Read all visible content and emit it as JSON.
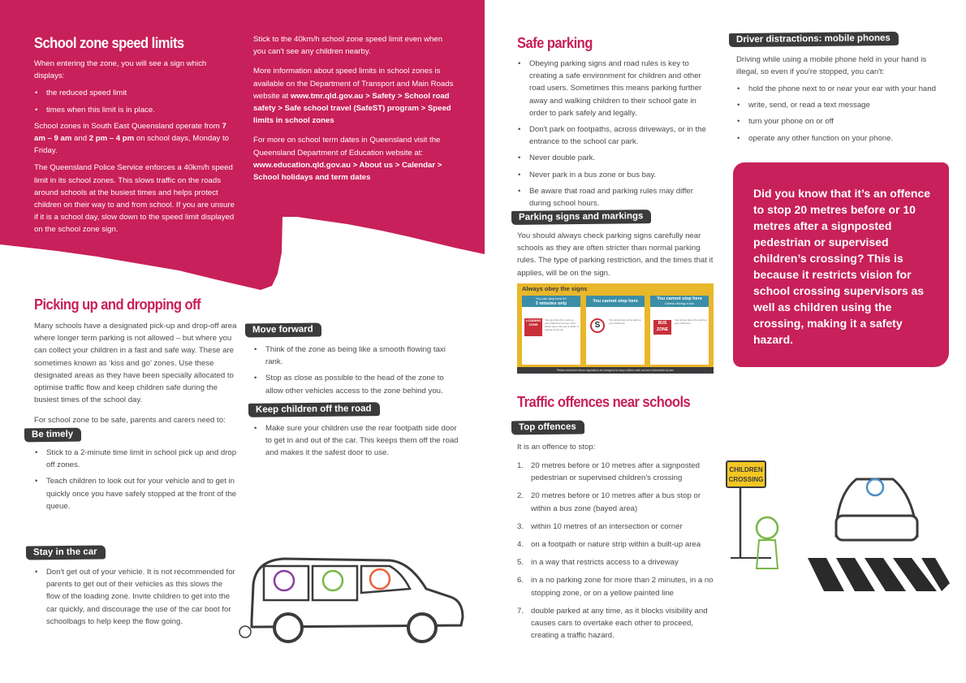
{
  "colors": {
    "brand_pink": "#c8205a",
    "tag_dark": "#3b3b3d",
    "sign_yellow": "#e8b72a"
  },
  "speed_limits": {
    "title": "School zone speed limits",
    "intro": "When entering the zone, you will see a sign which displays:",
    "bullets": [
      "the reduced speed limit",
      "times when this limit is in place."
    ],
    "hours_a": "School zones in South East Queensland operate from ",
    "hours_b": "7 am – 9 am",
    "hours_c": " and ",
    "hours_d": "2 pm – 4 pm",
    "hours_e": " on school days, Monday to Friday.",
    "police": "The Queensland Police Service enforces a 40km/h speed limit in its school zones. This slows traffic on the roads around schools at the busiest times and helps protect children on their way to and from school. If you are unsure if it is a school day, slow down to the speed limit displayed on the school zone sign.",
    "stick": "Stick to the 40km/h school zone speed limit even when you can't see any children nearby.",
    "more_info_a": "More information about speed limits in school zones is available on the Department of Transport and Main Roads website at ",
    "more_info_b": "www.tmr.qld.gov.au > Safety > School road safety > Safe school  travel (SafeST) program > Speed limits in school zones",
    "term_a": "For more on school term dates in Queensland visit the Queensland Department of Education website at: ",
    "term_b": "www.education.qld.gov.au > About us > Calendar > School holidays and term dates"
  },
  "pickup": {
    "title": "Picking up and dropping off",
    "intro": "Many schools have a designated pick-up and drop-off area where longer term parking is not allowed – but where you can collect your children in a fast and safe way. These are sometimes known as ‘kiss and go’ zones. Use these designated areas as they have been specially allocated to optimise traffic flow and keep children safe during the busiest times of the school day.",
    "need": "For school zone to be safe, parents and carers need to:",
    "be_timely": {
      "tag": "Be timely",
      "bullets": [
        "Stick to a 2-minute time limit in school pick up and drop off zones.",
        "Teach children to look out for your vehicle and to get in quickly once you have safely stopped at the front of the queue."
      ]
    },
    "stay": {
      "tag": "Stay in the car",
      "bullets": [
        "Don't get out of your vehicle. It is not recommended for parents to get out of their vehicles as this slows the flow of the loading zone. Invite children to get into the car quickly, and discourage the use of the car boot for schoolbags to help keep the flow going."
      ]
    },
    "move": {
      "tag": "Move forward",
      "bullets": [
        "Think of the zone as being like a smooth flowing taxi rank.",
        "Stop as close as possible to the head of the zone to allow other vehicles access to the zone behind you."
      ]
    },
    "keep": {
      "tag": "Keep children off the road",
      "bullets": [
        "Make sure your children use the rear footpath side door to get in and out of the car. This keeps them off the road and makes it the safest door to use."
      ]
    }
  },
  "parking": {
    "title": "Safe parking",
    "bullets": [
      "Obeying parking signs and road rules is key to creating a safe environment for children and other road users. Sometimes this means parking further away and walking children to their school gate in order to park safely and legally.",
      "Don't park on footpaths, across driveways, or in the entrance to the school car park.",
      "Never double park.",
      "Never park in a bus zone or bus bay.",
      "Be aware that road and parking rules may differ during school hours."
    ],
    "signs_tag": "Parking signs and markings",
    "signs_text": "You should always check parking signs carefully near schools as they are often stricter than normal parking rules. The type of parking restriction, and the times that it applies, will be on the sign.",
    "sign_graphic": {
      "heading": "Always obey the signs",
      "panels": [
        {
          "head_small": "You can stop here for",
          "head": "2 minutes only",
          "sign": "LOADING ZONE",
          "note": "You can drop off or pick up your child here but you must either stay in the car or within 3 metres of the car."
        },
        {
          "head": "You cannot stop here",
          "sign": "S",
          "note": "You cannot drop off or pick up your child here."
        },
        {
          "head": "You cannot stop here",
          "head_small": "Unless driving a bus",
          "sign": "BUS ZONE",
          "note": "You cannot drop off or pick up your child here."
        }
      ],
      "footer": "Please remember these regulations are designed to keep children safe and are enforceable by law."
    }
  },
  "offences": {
    "title": "Traffic offences near schools",
    "tag": "Top offences",
    "intro": "It is an offence to stop:",
    "items": [
      "20 metres before or 10 metres after a signposted pedestrian or supervised children's crossing",
      "20 metres before or 10 metres after a bus stop or within a bus zone (bayed area)",
      "within 10 metres of an intersection or corner",
      "on a footpath or nature strip within a built-up area",
      "in a way that restricts access to a driveway",
      "in a no parking zone for more than 2 minutes, in a no stopping zone, or on a yellow painted line",
      "double parked at any time, as it blocks visibility and causes cars to overtake each other to proceed, creating a traffic hazard."
    ],
    "numbers": [
      "1.",
      "2.",
      "3.",
      "4.",
      "5.",
      "6.",
      "7."
    ]
  },
  "distractions": {
    "tag": "Driver distractions: mobile phones",
    "intro": "Driving while using a mobile phone held in your hand is illegal, so even if you're stopped, you can't:",
    "bullets": [
      "hold the phone next to or near your ear with your hand",
      "write, send, or read a text message",
      "turn your phone on or off",
      "operate any other function on your phone."
    ]
  },
  "callout": "Did you know that it’s an offence to stop 20 metres before or 10 metres after a signposted pedestrian or supervised children’s crossing? This is because it restricts vision for school crossing supervisors as well as children using the crossing, making it a safety hazard.",
  "crossing_sign": [
    "CHILDREN",
    "CROSSING"
  ]
}
